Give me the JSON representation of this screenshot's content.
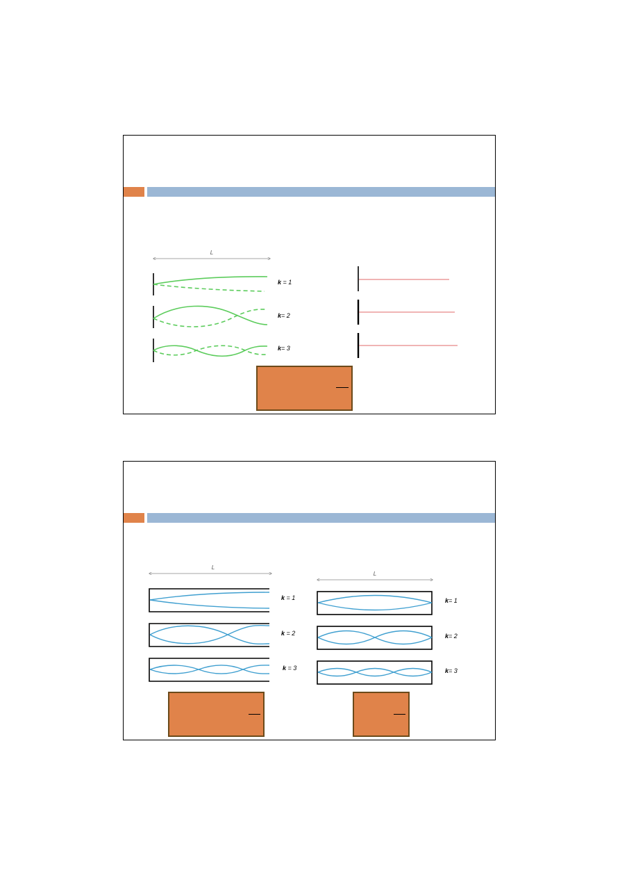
{
  "colors": {
    "accent": "#e0834a",
    "bar": "#9bb7d5",
    "string_wave": "#5ccc5c",
    "fixed_line": "#e06a6a",
    "pipe_wave": "#3f9fd0",
    "box_fill": "#e0834a",
    "box_border": "#6b4a1a"
  },
  "slide1": {
    "length_label": "L",
    "modes": [
      {
        "k_prefix": "k",
        "k_rest": " = 1"
      },
      {
        "k_prefix": "k",
        "k_rest": "= 2"
      },
      {
        "k_prefix": "k",
        "k_rest": "= 3"
      }
    ]
  },
  "slide2": {
    "left": {
      "length_label": "L",
      "modes": [
        {
          "k_prefix": "k",
          "k_rest": " = 1"
        },
        {
          "k_prefix": "k",
          "k_rest": " = 2"
        },
        {
          "k_prefix": "k",
          "k_rest": " = 3"
        }
      ]
    },
    "right": {
      "length_label": "L",
      "modes": [
        {
          "k_prefix": "k",
          "k_rest": "= 1"
        },
        {
          "k_prefix": "k",
          "k_rest": "= 2"
        },
        {
          "k_prefix": "k",
          "k_rest": "= 3"
        }
      ]
    }
  }
}
